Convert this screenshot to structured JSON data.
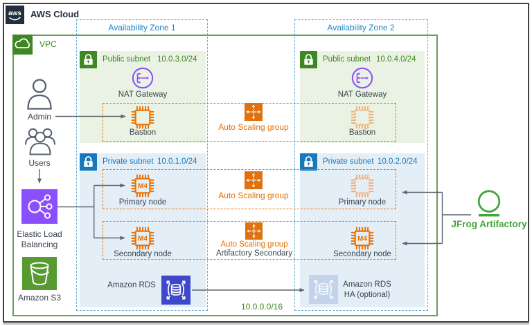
{
  "cloud": {
    "logo_text": "aws",
    "title": "AWS Cloud"
  },
  "vpc": {
    "label": "VPC",
    "cidr": "10.0.0.0/16"
  },
  "az1": {
    "label": "Availability Zone 1"
  },
  "az2": {
    "label": "Availability Zone 2"
  },
  "public_subnet_1": {
    "label": "Public subnet",
    "cidr": "10.0.3.0/24",
    "nat_label": "NAT Gateway",
    "bastion_label": "Bastion"
  },
  "public_subnet_2": {
    "label": "Public subnet",
    "cidr": "10.0.4.0/24",
    "nat_label": "NAT Gateway",
    "bastion_label": "Bastion"
  },
  "private_subnet_1": {
    "label": "Private subnet",
    "cidr": "10.0.1.0/24",
    "chip_text": "M4",
    "primary_label": "Primary node",
    "secondary_label": "Secondary node",
    "rds_label": "Amazon RDS"
  },
  "private_subnet_2": {
    "label": "Private subnet",
    "cidr": "10.0.2.0/24",
    "chip_text": "M4",
    "primary_label": "Primary node",
    "secondary_label": "Secondary node",
    "rds_ha_line1": "Amazon RDS",
    "rds_ha_line2": "HA (optional)"
  },
  "asg_bastion": {
    "label": "Auto Scaling group"
  },
  "asg_primary": {
    "label": "Auto Scaling group"
  },
  "asg_secondary": {
    "label": "Auto Scaling group",
    "sublabel": "Artifactory Secondary"
  },
  "left_rail": {
    "admin": "Admin",
    "users": "Users",
    "elb_line1": "Elastic Load",
    "elb_line2": "Balancing",
    "s3": "Amazon S3"
  },
  "jfrog": {
    "label": "JFrog Artifactory"
  },
  "colors": {
    "aws_dark": "#232f3e",
    "green": "#3f8624",
    "private_blue": "#1779bc",
    "az_blue": "#5faedc",
    "orange": "#ed7100",
    "ghost_orange": "#f2ae7b",
    "purple": "#8c4fff",
    "rds_indigo": "#3f48cc",
    "s3_green": "#569a31",
    "jfrog_green": "#42a53c",
    "arrow_gray": "#5b6572"
  },
  "icons": {
    "aws-logo-icon": "aws smile wordmark",
    "vpc-icon": "cloud on green square",
    "public-lock-icon": "padlock on green square",
    "private-lock-icon": "padlock on blue square",
    "nat-gateway-icon": "purple circle fan-in arrows",
    "ec2-chip-icon": "orange cpu chip",
    "autoscaling-icon": "orange square dashed expand cross",
    "elb-icon": "purple square node fan-out",
    "s3-icon": "green square bucket",
    "rds-icon": "indigo square database scale arrows",
    "jfrog-icon": "green ring with bar"
  }
}
